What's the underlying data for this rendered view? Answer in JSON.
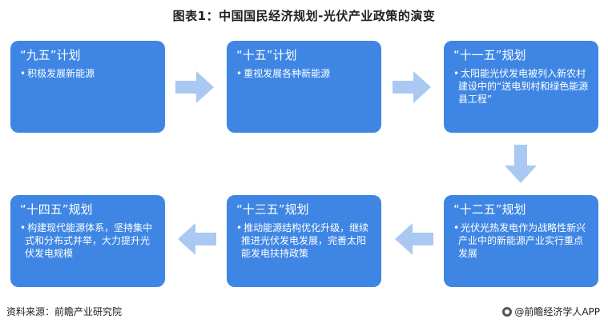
{
  "title": "图表1：中国国民经济规划-光伏产业政策的演变",
  "stages": [
    {
      "title": "“九五”计划",
      "body": "积极发展新能源"
    },
    {
      "title": "“十五”计划",
      "body": "重视发展各种新能源"
    },
    {
      "title": "“十一五”规划",
      "body": "太阳能光伏发电被列入新农村建设中的“送电到村和绿色能源县工程”"
    },
    {
      "title": "“十二五”规划",
      "body": "光伏光热发电作为战略性新兴产业中的新能源产业实行重点发展"
    },
    {
      "title": "“十三五”规划",
      "body": "推动能源结构优化升级，继续推进光伏发电发展，完善太阳能发电扶持政策"
    },
    {
      "title": "“十四五”规划",
      "body": "构建现代能源体系，坚持集中式和分布式并举，大力提升光伏发电规模"
    }
  ],
  "footer": {
    "source": "资料来源：前瞻产业研究院",
    "brand": "@前瞻经济学人APP"
  },
  "colors": {
    "box": "#3f86e4",
    "arrow": "#a9c9f3"
  }
}
